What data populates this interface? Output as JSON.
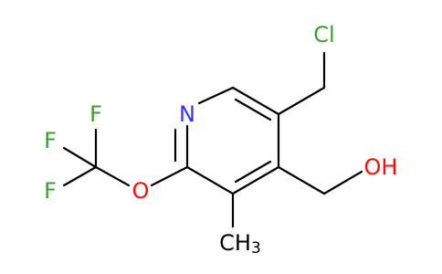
{
  "colors": {
    "carbon_bond": "#000000",
    "N": "#3333ff",
    "O": "#ff0d0d",
    "F": "#38a030",
    "Cl": "#38a030",
    "background": "#ffffff"
  },
  "atoms": {
    "N": "N",
    "O_ether": "O",
    "F1": "F",
    "F2": "F",
    "F3": "F",
    "Cl": "Cl",
    "OH": "OH",
    "CH3_main": "CH",
    "CH3_sub": "3"
  }
}
